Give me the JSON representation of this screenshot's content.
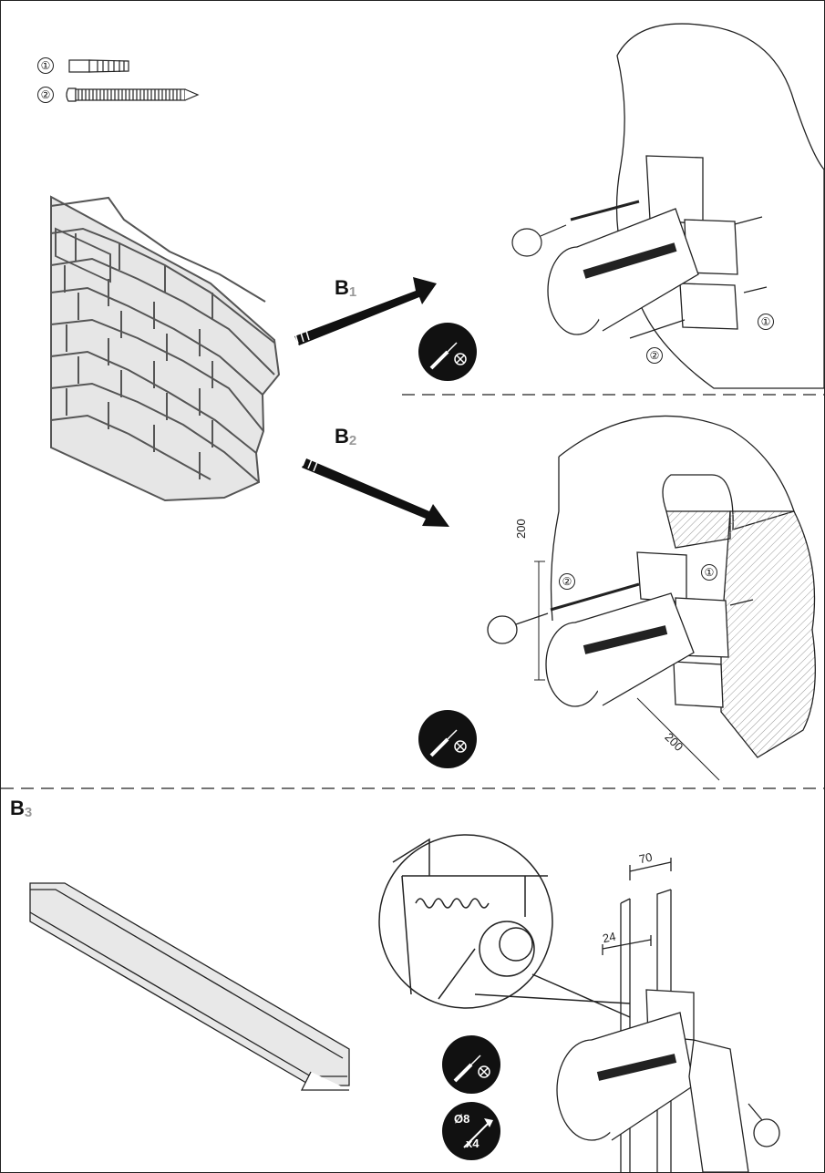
{
  "legend": [
    {
      "number": "①",
      "icon": "wall-plug-icon"
    },
    {
      "number": "②",
      "icon": "screw-icon"
    }
  ],
  "steps": {
    "b1": {
      "letter": "B",
      "index": "1",
      "callouts": [
        "①",
        "②"
      ]
    },
    "b2": {
      "letter": "B",
      "index": "2",
      "callouts": [
        "②",
        "①"
      ],
      "dimension_vertical": "200",
      "dimension_diagonal": "200"
    },
    "b3": {
      "letter": "B",
      "index": "3",
      "dimension_width": "70",
      "dimension_offset": "24"
    }
  },
  "badges": {
    "screwdriver_icon": "screwdriver-drill-icon",
    "bolt": {
      "diameter": "Ø8",
      "quantity": "x4",
      "icon": "bolt-icon"
    }
  },
  "colors": {
    "line": "#222222",
    "arrow": "#111111",
    "hatch": "#9a9a9a",
    "step_index": "#999999"
  }
}
